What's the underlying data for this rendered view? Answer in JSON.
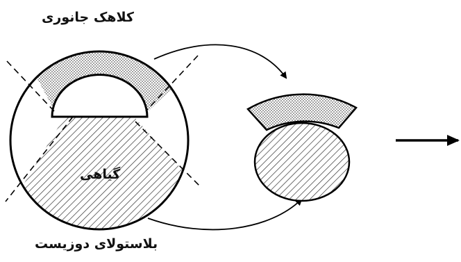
{
  "labels": {
    "animal_cap": "کلاهک جانوری",
    "vegetal": "گیاهی",
    "blastula": "بلاستولای دوزیست"
  },
  "icons": {
    "pattern_animal": "dotted-fill",
    "pattern_vegetal": "diagonal-hatch-fill"
  }
}
